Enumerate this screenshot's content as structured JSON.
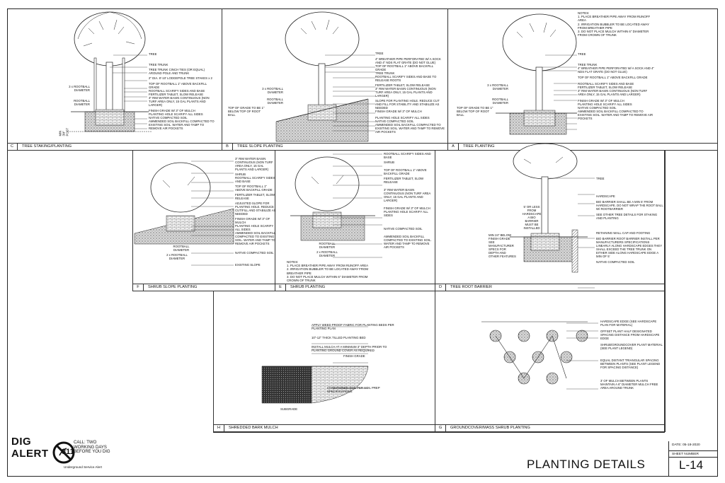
{
  "panels": {
    "C": {
      "id": "C",
      "title": "TREE STAKING/PLANTING",
      "labels": [
        "TREE",
        "TREE TRUNK",
        "TREE TRUNK CINCH TIES (OR EQUAL) AROUND POLE AND TRUNK",
        "2\" DIA. 8'-10' LODGEPOLE TREE STAKES x 2",
        "TOP OF ROOTBALL 1\" ABOVE BACKFILL GRADE",
        "ROOTBALL SCARIFY SIDES AND BASE",
        "FERTILIZER TABLET, SLOW RELEASE",
        "3\" RIM WATER BASIN CONTINUOUS (NON TURF AREA ONLY, 15 GAL PLANTS AND LARGER)",
        "FINISH GRADE W/ 3\" OF MULCH",
        "PLANTING HOLE SCARIFY ALL SIDES",
        "NATIVE COMPACTED SOIL",
        "AMMENDED SOIL BACKFILL COMPACTED TO EXISTING SOIL. WATER AND TAMP TO REMOVE AIR POCKETS"
      ],
      "dims": [
        "3 x ROOTBALL DIAMETER",
        "ROOTBALL DIAMETER",
        "MIN 3/4\" POST"
      ]
    },
    "B": {
      "id": "B",
      "title": "TREE SLOPE PLANTING",
      "labels": [
        "TREE",
        "4\" BREATHER PIPE PERFORATED W/ A SOCK AND 4\" NDS FLAT GRATE (DO NOT GLUE)",
        "TOP OF ROOTBALL 1\" ABOVE BACKFILL GRADE",
        "TREE TRUNK",
        "ROOTBALL SCARIFY SIDES AND BASE TO RELEASE ROOTS",
        "FERTILIZER TABLET, SLOW RELEASE",
        "3\" RIM WATER BASIN CONTINUOUS (NON TURF AREA ONLY, 15 GAL PLANTS AND LARGER)",
        "SLOPE FOR PLANTING HOLE. REDUCE CUT AND FILL FOR STABILITY AND STABILIZE AS NEEDED",
        "FINISH GRADE W/ 3\" OF MULCH",
        "PLANTING HOLE SCARIFY ALL SIDES",
        "NATIVE COMPACTED SOIL",
        "AMMENDED SOIL BACKFILL COMPACTED TO EXISTING SOIL. WATER AND TAMP TO REMOVE AIR POCKETS"
      ],
      "dims": [
        "3 x ROOTBALL DIAMETER",
        "ROOTBALL DIAMETER",
        "TOP OF GRADE TO BE 1\" BELOW TOP OF ROOT BALL"
      ]
    },
    "A": {
      "id": "A",
      "title": "TREE PLANTING",
      "notes_title": "NOTES:",
      "notes": [
        "1.   PLACE BREATHER PIPE AWAY FROM RUNOFF AREA",
        "2.   IRRIGATION BUBBLER TO BE LOCATED AWAY FROM BREATHER PIPE",
        "3.   DO NOT PLACE MULCH WITHIN 6\" DIAMETER FROM CROWN OF TRUNK"
      ],
      "labels": [
        "TREE",
        "TREE TRUNK",
        "4\" BREATHER PIPE PERFORATED W/ A SOCK AND 4\" NDS FLAT GRATE (DO NOT GLUE)",
        "TOP OF ROOTBALL 1\" ABOVE BACKFILL GRADE",
        "ROOTBALL SCARIFY SIDES AND BASE",
        "FERTILIZER TABLET, SLOW RELEASE",
        "3\" RIM WATER BASIN CONTINUOUS (NON TURF AREA ONLY, 15 GAL PLANTS AND LARGER)",
        "FINISH GRADE W/ 3\" OF MULCH",
        "PLANTING HOLE SCARIFY ALL SIDES",
        "NATIVE COMPACTED SOIL",
        "AMMENDED SOIL BACKFILL COMPACTED TO EXISTING SOIL. WATER AND TAMP TO REMOVE AIR POCKETS"
      ],
      "dims": [
        "3 x ROOTBALL DIAMETER",
        "ROOTBALL DIAMETER",
        "TOP OF GRADE TO BE 1\" BELOW TOP OF ROOT BALL"
      ]
    },
    "F": {
      "id": "F",
      "title": "SHRUB SLOPE PLANTING",
      "labels": [
        "3\" RIM WATER BASIN CONTINUOUS (NON TURF AREA ONLY, 15 GAL PLANTS AND LARGER)",
        "SHRUB",
        "ROOTBALL SCARIFY SIDES AND BASE",
        "TOP OF ROOTBALL 1\" ABOVE BACKFILL GRADE",
        "FERTILIZER TABLET, SLOW RELEASE",
        "ADJUSTED SLOPE FOR PLANTING HOLE. REDUCE CUT/FILL AND STABILIZE AS NEEDED",
        "FINISH GRADE W/ 3\" OF MULCH",
        "PLANTING HOLE SCARIFY ALL SIDES",
        "AMMENDED SOIL BACKFILL COMPACTED TO EXISTING SOIL. WATER AND TAMP TO REMOVE AIR POCKETS",
        "NATIVE COMPACTED SOIL",
        "EXISTING SLOPE"
      ],
      "dims": [
        "ROOTBALL DIAMETER",
        "2 x ROOTBALL DIAMETER"
      ]
    },
    "E": {
      "id": "E",
      "title": "SHRUB PLANTING",
      "notes_title": "NOTES:",
      "notes": [
        "1.   PLACE BREATHER PIPE AWAY FROM RUNOFF AREA",
        "2.   IRRIGATION BUBBLER TO BE LOCATED AWAY FROM BREATHER PIPE",
        "3.   DO NOT PLACE MULCH WITHIN 6\" DIAMETER FROM CROWN OF TRUNK"
      ],
      "labels": [
        "ROOTBALL SCARIFY SIDES AND BASE",
        "SHRUB",
        "TOP OF ROOTBALL 1\" ABOVE BACKFILL GRADE",
        "FERTILIZER TABLET, SLOW RELEASE",
        "3\" RIM WATER BASIN CONTINUOUS (NON TURF AREA ONLY, 15 GAL PLANTS AND LARGER)",
        "FINISH GRADE W/ 3\" OF MULCH",
        "PLANTING HOLE SCARIFY ALL SIDES",
        "NATIVE COMPACTED SOIL",
        "AMMENDED SOIL BACKFILL COMPACTED TO EXISTING SOIL. WATER AND TAMP TO REMOVE AIR POCKETS"
      ],
      "dims": [
        "ROOTBALL DIAMETER",
        "2 x ROOTBALL DIAMETER"
      ]
    },
    "D": {
      "id": "D",
      "title": "TREE ROOT BARRIER",
      "labels": [
        "TREE",
        "HARDSCAPE",
        "BIO BARRIER SHALL BE A MIN 5' FROM HARDSCAPE. DO NOT WRAP THE ROOT BALL W/ ROOTBARRIER",
        "SEE OTHER TREE DETAILS FOR STAKING AND PLANTING",
        "RETAINING WALL CAP AND FOOTING",
        "BIO BARRIER ROOT BARRIER INSTALL PER MANUFACTURERS SPECIFICATIONS LINEARLY ALONG HARDSCAPE EDGES THEY SHALL EXCEED THE TREE TRUNK ON EITHER SIDE ALONG HARDSCAPE EDGE A MIN OF 5'",
        "NATIVE COMPACTED SOIL"
      ],
      "dims": [
        "5' OR LESS FROM HARDSCAPE A BIO BARRIER MUST BE INSTALLED",
        "MIN 24\" BELOW FINISH GRADE SEE MANUFACTURER SPECS FOR DEPTH AND OTHER FEATURES"
      ]
    },
    "H": {
      "id": "H",
      "title": "SHREDDED BARK MULCH",
      "labels": [
        "APPLY WEED PROOF FABRIC FOR PLANTING BEDS PER PLANTING PLAN",
        "10\"-12\" THICK TILLED PLANTING BED",
        "INSTALL MULCH AT A MINIMUM 3\" DEPTH PRIOR TO PLANTING GROUND COVER AS REQUIRED",
        "FINISH GRADE",
        "CONDITIONED SOIL PER SOIL PREP SPECIFICATIONS",
        "SUBGRADE"
      ]
    },
    "G": {
      "id": "G",
      "title": "GROUNDCOVER/MASS SHRUB PLANTING",
      "labels": [
        "HARDSCAPE EDGE (SEE HARDSCAPE PLAN FOR MATERIAL)",
        "OFFSET PLANT HALF DESIGNATED SPACING DISTANCE FROM HARDSCAPE EDGE",
        "SHRUB/GROUNDCOVER PLANT MATERIAL (SEE PLANT LEGEND)",
        "EQUAL DISTANT TRIANGULAR SPACING BETWEEN PLANTS (SEE PLANT LEGEND FOR SPACING DISTANCE)",
        "3' OF MULCH BETWEEN PLANTS MAINTAIN A 6\" DIAMETER MULCH FREE AREA AROUND TRUNK"
      ]
    }
  },
  "footer": {
    "dig_alert_line1": "DIG",
    "dig_alert_line2": "ALERT",
    "number": "811",
    "call_text": "CALL: TWO WORKING DAYS BEFORE YOU DIG",
    "usa_text": "Underground Service Alert",
    "sheet_title": "PLANTING DETAILS",
    "date_label": "DATE:",
    "date_value": "05-18-2020",
    "sheet_number_label": "SHEET NUMBER",
    "sheet_number": "L-14"
  }
}
